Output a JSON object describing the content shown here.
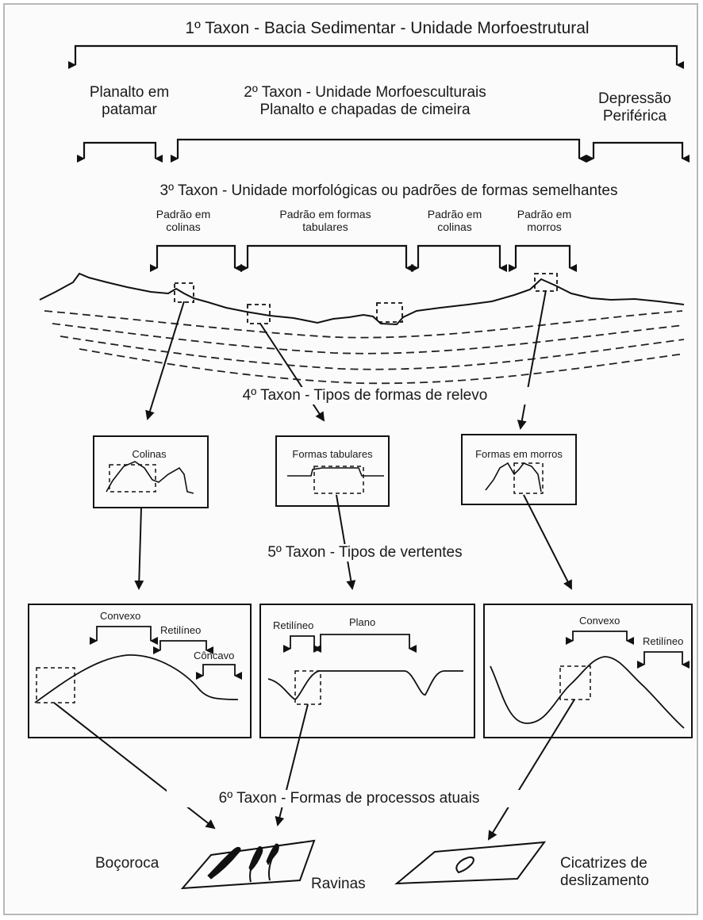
{
  "taxon1": "1º Taxon - Bacia Sedimentar - Unidade Morfoestrutural",
  "planalto_patamar": [
    "Planalto em",
    "patamar"
  ],
  "taxon2": [
    "2º Taxon - Unidade Morfoesculturais",
    "Planalto e chapadas de cimeira"
  ],
  "depressao": [
    "Depressão",
    "Periférica"
  ],
  "taxon3": "3º Taxon - Unidade morfológicas ou padrões de formas semelhantes",
  "patterns": [
    [
      "Padrão em",
      "colinas"
    ],
    [
      "Padrão em formas",
      "tabulares"
    ],
    [
      "Padrão em",
      "colinas"
    ],
    [
      "Padrão em",
      "morros"
    ]
  ],
  "taxon4": "4º Taxon - Tipos de formas de relevo",
  "forms": [
    "Colinas",
    "Formas tabulares",
    "Formas em morros"
  ],
  "taxon5": "5º Taxon - Tipos de vertentes",
  "slopes_a": [
    "Convexo",
    "Retilíneo",
    "Côncavo"
  ],
  "slopes_b": [
    "Retilíneo",
    "Plano"
  ],
  "slopes_c": [
    "Convexo",
    "Retilíneo"
  ],
  "taxon6": "6º Taxon - Formas de processos atuais",
  "processes": {
    "bocoroca": "Boçoroca",
    "ravinas": "Ravinas",
    "cicatrizes": [
      "Cicatrizes de",
      "deslizamento"
    ]
  }
}
